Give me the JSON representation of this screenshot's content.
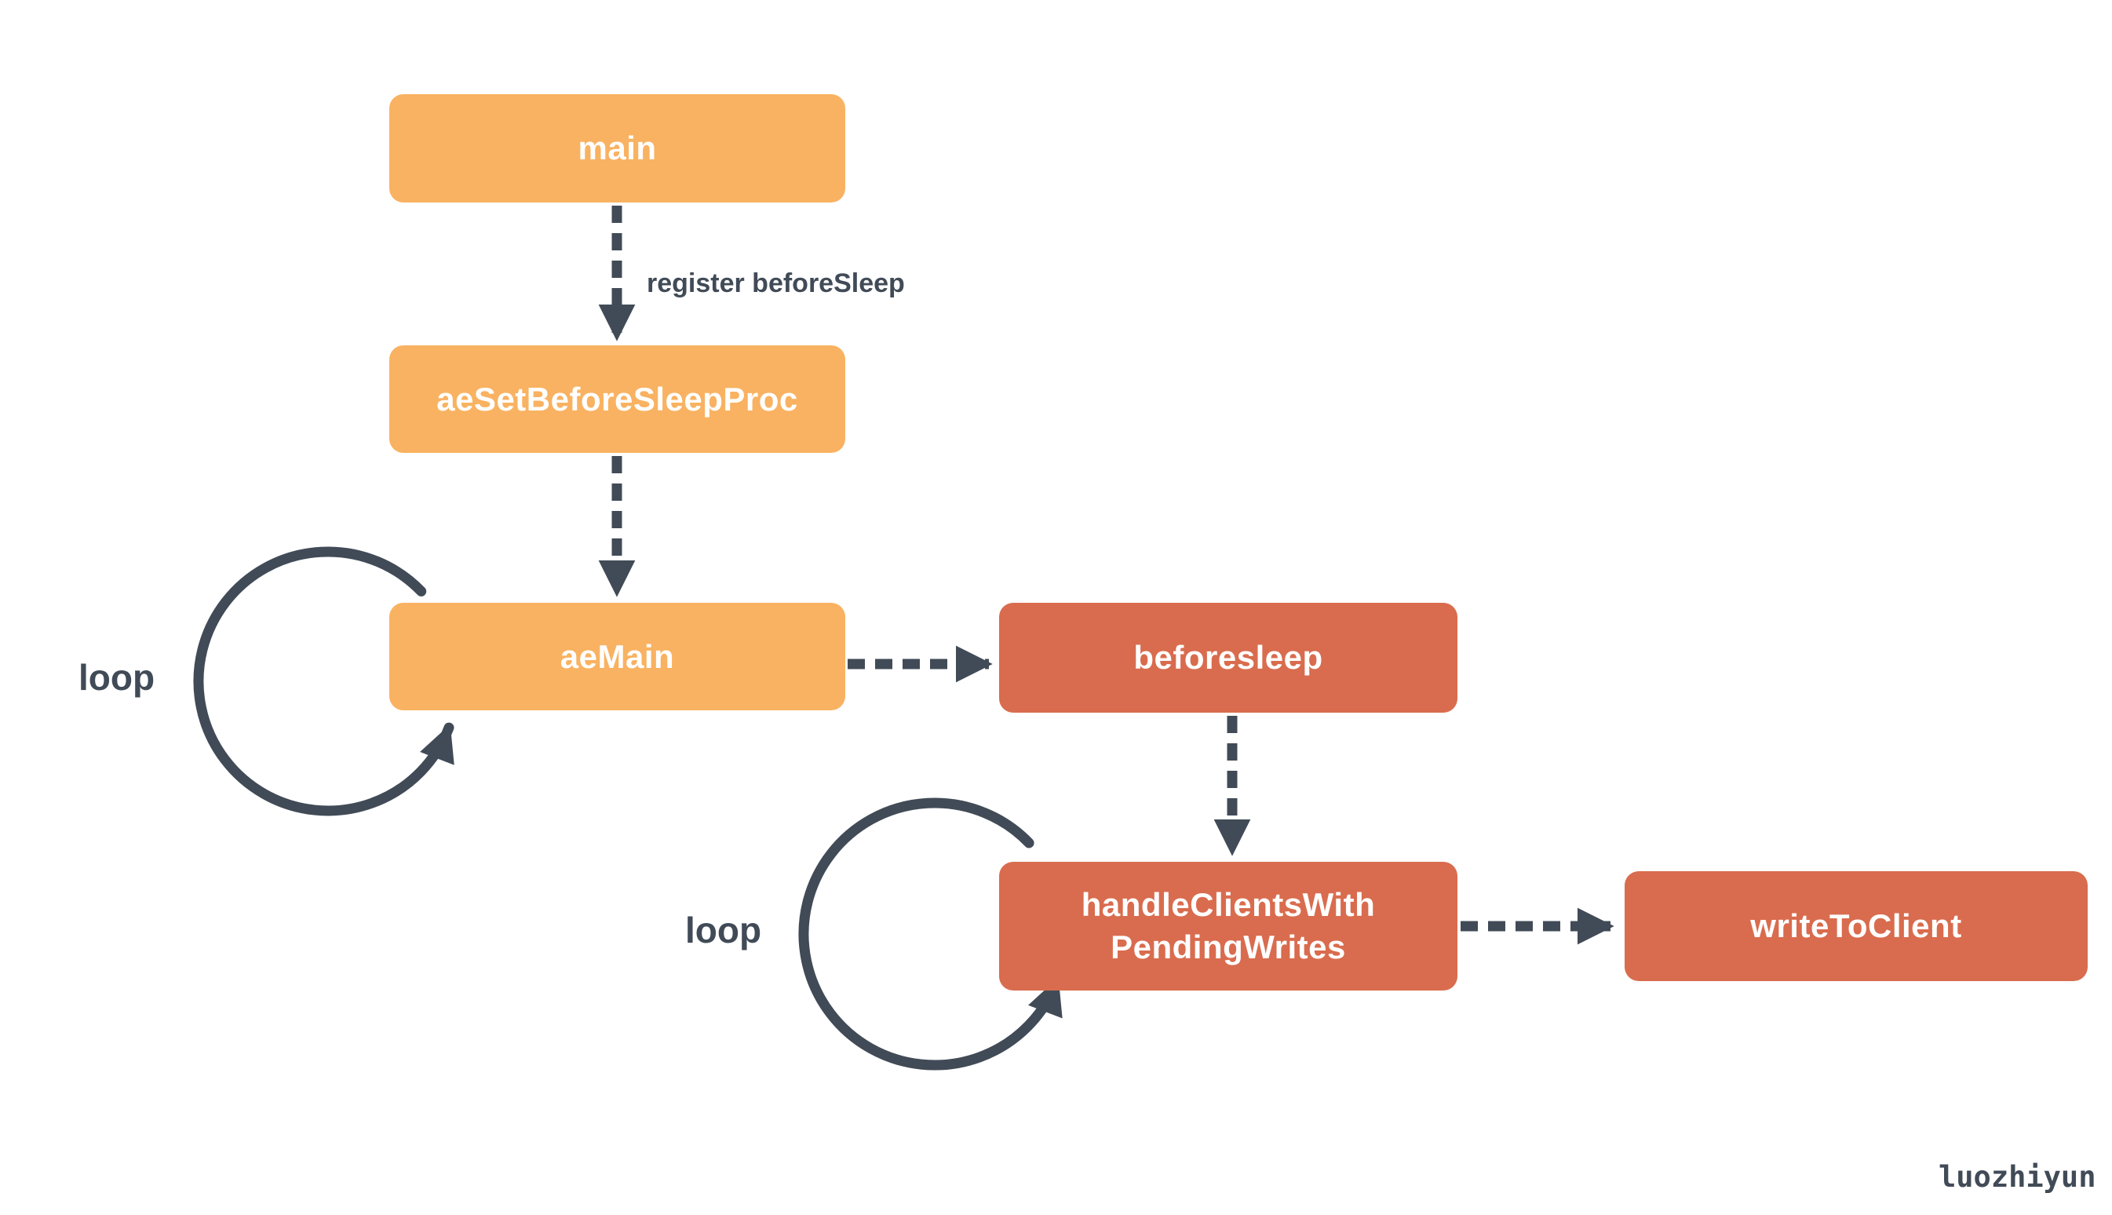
{
  "diagram": {
    "colors": {
      "node_orange": "#F9B261",
      "node_red": "#D96C4E",
      "arrow_dark": "#414B57",
      "node_text": "#FFFFFF",
      "background": "#FFFFFF"
    },
    "nodes": [
      {
        "id": "main",
        "label": "main",
        "color": "orange"
      },
      {
        "id": "aeSetBeforeSleepProc",
        "label": "aeSetBeforeSleepProc",
        "color": "orange"
      },
      {
        "id": "aeMain",
        "label": "aeMain",
        "color": "orange"
      },
      {
        "id": "beforesleep",
        "label": "beforesleep",
        "color": "red"
      },
      {
        "id": "handleClientsWithPendingWrites",
        "label": "handleClientsWith\nPendingWrites",
        "color": "red"
      },
      {
        "id": "writeToClient",
        "label": "writeToClient",
        "color": "red"
      }
    ],
    "edges": [
      {
        "from": "main",
        "to": "aeSetBeforeSleepProc",
        "label": "register beforeSleep",
        "style": "dashed"
      },
      {
        "from": "aeSetBeforeSleepProc",
        "to": "aeMain",
        "label": "",
        "style": "dashed"
      },
      {
        "from": "aeMain",
        "to": "beforesleep",
        "label": "",
        "style": "dashed"
      },
      {
        "from": "beforesleep",
        "to": "handleClientsWithPendingWrites",
        "label": "",
        "style": "dashed"
      },
      {
        "from": "handleClientsWithPendingWrites",
        "to": "writeToClient",
        "label": "",
        "style": "dashed"
      }
    ],
    "loops": [
      {
        "target": "aeMain",
        "label": "loop"
      },
      {
        "target": "handleClientsWithPendingWrites",
        "label": "loop"
      }
    ],
    "watermark": "luozhiyun"
  }
}
